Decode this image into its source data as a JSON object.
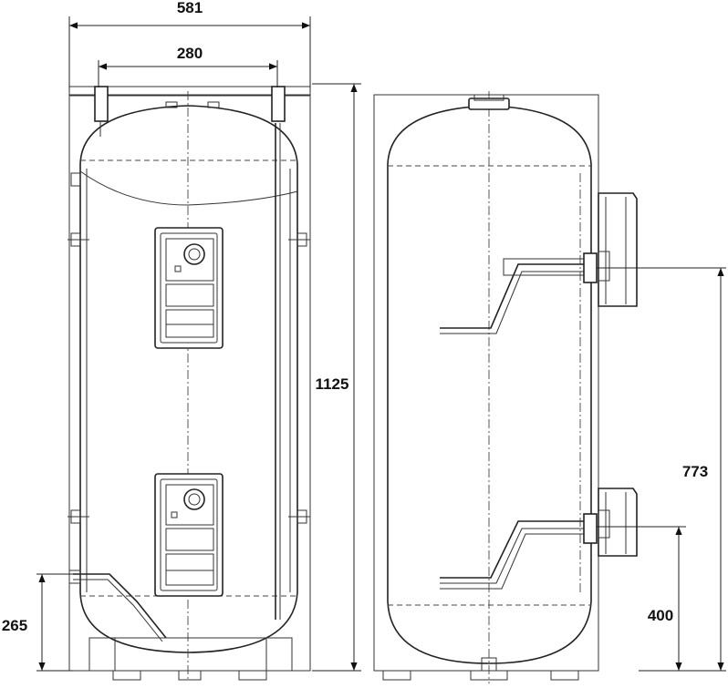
{
  "dimensions": {
    "overall_width": "581",
    "bracket_spacing": "280",
    "overall_height": "1125",
    "lower_connection_height": "265",
    "upper_coil_height": "773",
    "lower_coil_height": "400"
  }
}
